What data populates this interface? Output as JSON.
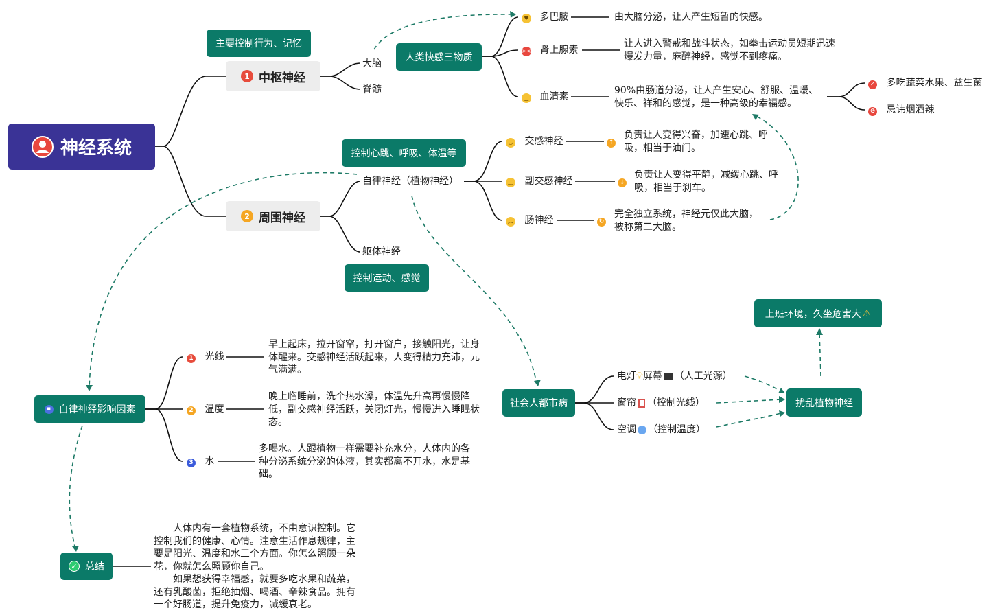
{
  "root": {
    "title": "神经系统"
  },
  "central": {
    "title": "中枢神经",
    "num": "1",
    "tag": "主要控制行为、记忆",
    "children": [
      "大脑",
      "脊髓"
    ]
  },
  "peripheral": {
    "title": "周围神经",
    "num": "2",
    "autonomic": "自律神经（植物神经）",
    "autonomic_tag": "控制心跳、呼吸、体温等",
    "somatic": "躯体神经",
    "somatic_tag": "控制运动、感觉"
  },
  "pleasure": {
    "tag": "人类快感三物质",
    "items": [
      {
        "name": "多巴胺",
        "desc": "由大脑分泌，让人产生短暂的快感。"
      },
      {
        "name": "肾上腺素",
        "desc": "让人进入警戒和战斗状态，如拳击运动员短期迅速爆发力量，麻醉神经，感觉不到疼痛。"
      },
      {
        "name": "血清素",
        "desc": "90%由肠道分泌，让人产生安心、舒服、温暖、快乐、祥和的感觉，是一种高级的幸福感。"
      }
    ],
    "do": "多吃蔬菜水果、益生菌",
    "dont": "忌讳烟酒辣"
  },
  "nerves": [
    {
      "name": "交感神经",
      "desc": "负责让人变得兴奋，加速心跳、呼吸，相当于油门。"
    },
    {
      "name": "副交感神经",
      "desc": "负责让人变得平静，减缓心跳、呼吸，相当于刹车。"
    },
    {
      "name": "肠神经",
      "desc": "完全独立系统，神经元仅此大脑，被称第二大脑。"
    }
  ],
  "factors": {
    "tag": "自律神经影响因素",
    "items": [
      {
        "num": "1",
        "name": "光线",
        "desc": "早上起床，拉开窗帘，打开窗户，接触阳光，让身体醒来。交感神经活跃起来，人变得精力充沛，元气满满。"
      },
      {
        "num": "2",
        "name": "温度",
        "desc": "晚上临睡前，洗个热水澡，体温先升高再慢慢降低，副交感神经活跃，关闭灯光，慢慢进入睡眠状态。"
      },
      {
        "num": "3",
        "name": "水",
        "desc": "多喝水。人跟植物一样需要补充水分，人体内的各种分泌系统分泌的体液，其实都离不开水，水是基础。"
      }
    ]
  },
  "urban": {
    "tag": "社会人都市病",
    "items": [
      {
        "a": "电灯",
        "b": "屏幕",
        "c": "（人工光源）"
      },
      {
        "a": "窗帘",
        "c": "（控制光线）"
      },
      {
        "a": "空调",
        "c": "（控制温度）"
      }
    ],
    "disturb": "扰乱植物神经",
    "work": "上班环境，久坐危害大"
  },
  "summary": {
    "tag": "总结",
    "p1": "人体内有一套植物系统，不由意识控制。它控制我们的健康、心情。注意生活作息规律，主要是阳光、温度和水三个方面。你怎么照顾一朵花，你就怎么照顾你自己。",
    "p2": "如果想获得幸福感，就要多吃水果和蔬菜，还有乳酸菌，拒绝抽烟、喝酒、辛辣食品。拥有一个好肠道，提升免疫力，减缓衰老。"
  },
  "colors": {
    "root": "#3a3396",
    "tag": "#0b7a68",
    "line": "#111111",
    "dash": "#1d7a66",
    "red": "#e74c3c",
    "orange": "#f5a623",
    "blue": "#3b5bdb"
  }
}
